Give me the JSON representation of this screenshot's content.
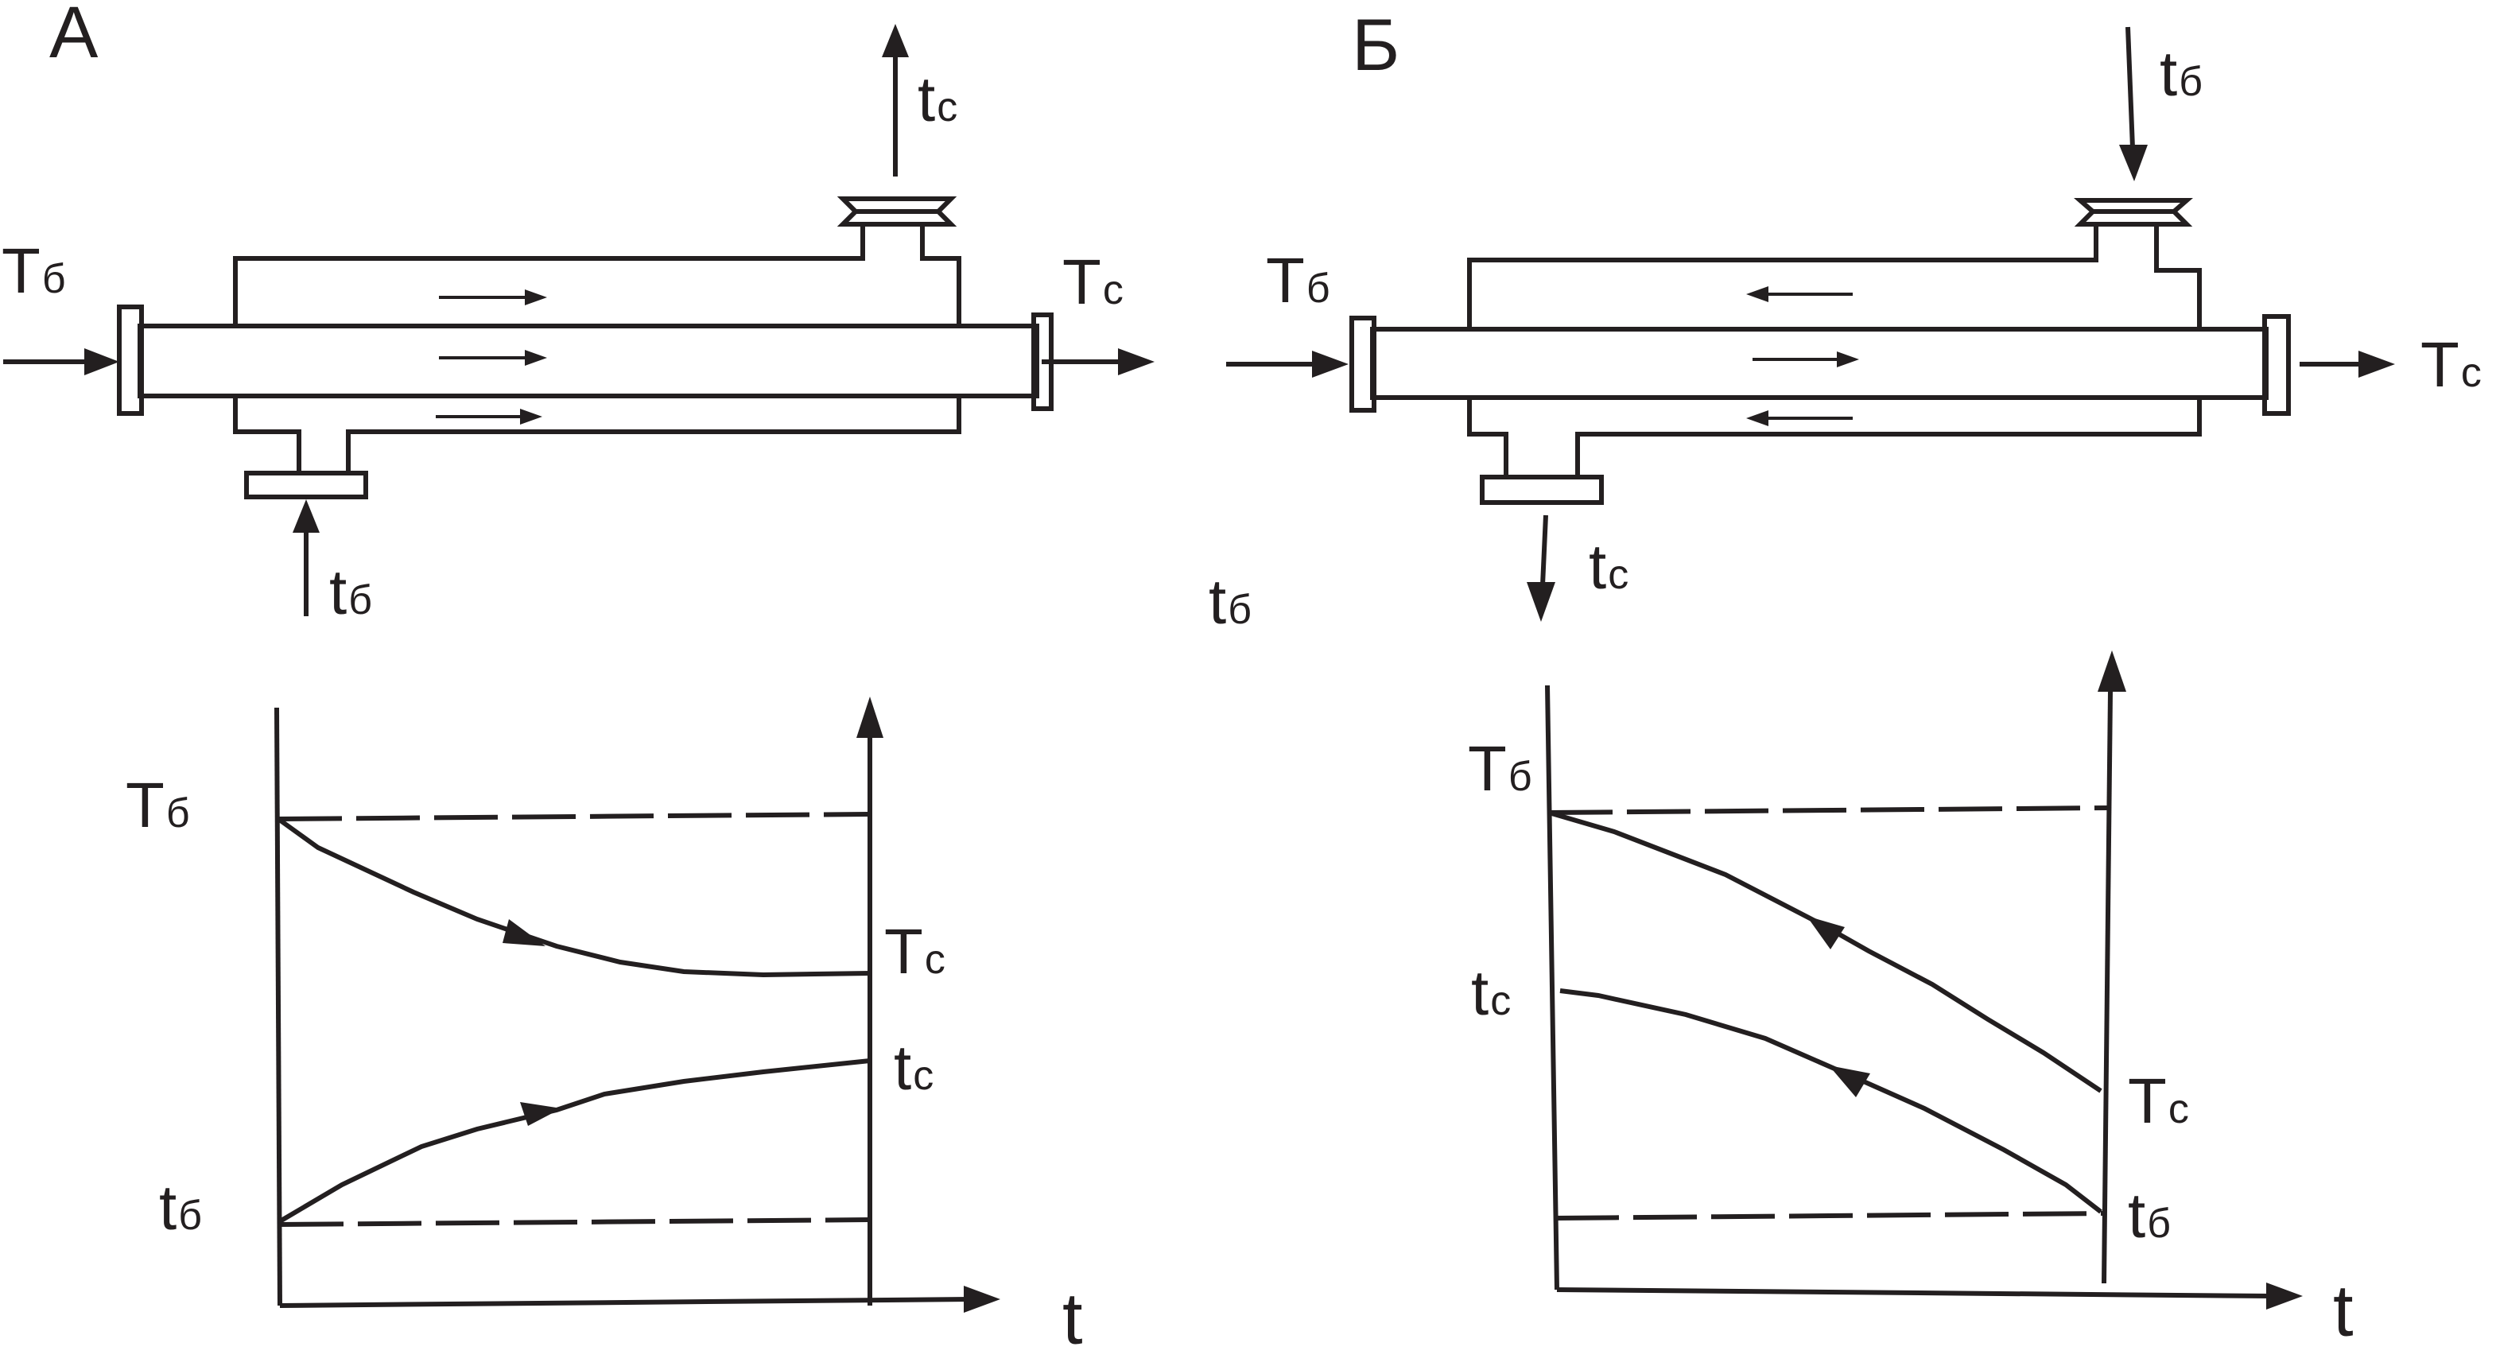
{
  "panels": {
    "a": {
      "letter": "А",
      "hot_in": {
        "sym": "T",
        "sub": "б"
      },
      "hot_out": {
        "sym": "T",
        "sub": "c"
      },
      "cold_in": {
        "sym": "t",
        "sub": "б"
      },
      "cold_out": {
        "sym": "t",
        "sub": "c"
      },
      "graph": {
        "y_top": {
          "sym": "T",
          "sub": "б"
        },
        "y_bottom": {
          "sym": "t",
          "sub": "б"
        },
        "hot_end": {
          "sym": "T",
          "sub": "c"
        },
        "cold_end": {
          "sym": "t",
          "sub": "c"
        },
        "x_axis": "t"
      }
    },
    "b": {
      "letter": "Б",
      "hot_in": {
        "sym": "T",
        "sub": "б"
      },
      "hot_out": {
        "sym": "T",
        "sub": "c"
      },
      "cold_in": {
        "sym": "t",
        "sub": "б"
      },
      "cold_out": {
        "sym": "t",
        "sub": "c"
      },
      "stray": {
        "sym": "t",
        "sub": "б"
      },
      "graph": {
        "y_top": {
          "sym": "T",
          "sub": "б"
        },
        "cold_start": {
          "sym": "t",
          "sub": "c"
        },
        "hot_end": {
          "sym": "T",
          "sub": "c"
        },
        "cold_end": {
          "sym": "t",
          "sub": "б"
        },
        "x_axis": "t"
      }
    }
  },
  "colors": {
    "ink": "#231f20",
    "background": "#ffffff"
  }
}
